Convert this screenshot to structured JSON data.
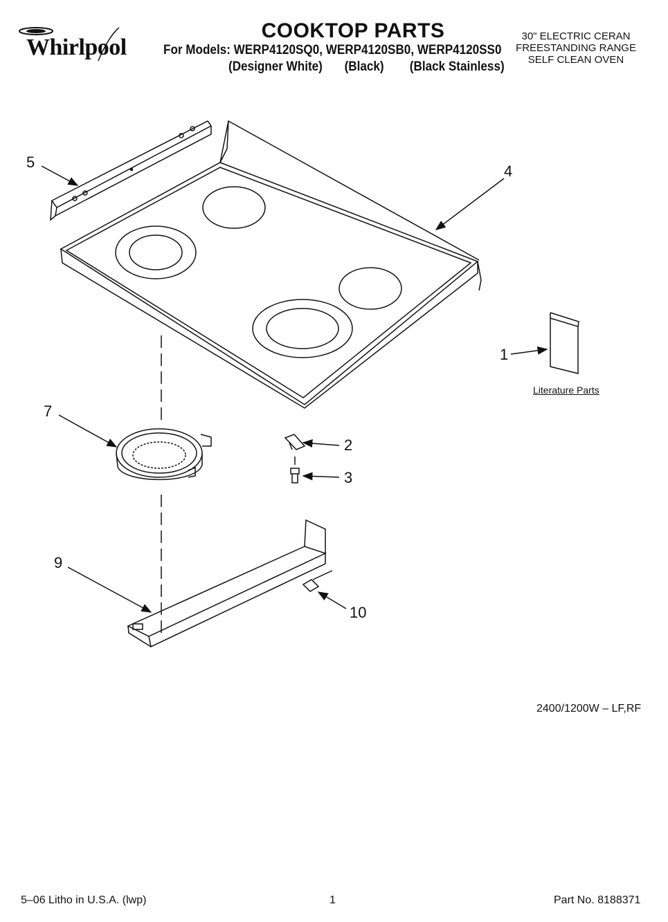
{
  "brand": "Whirlpool",
  "header": {
    "title": "COOKTOP PARTS",
    "models_line": "For Models: WERP4120SQ0, WERP4120SB0, WERP4120SS0",
    "variants": [
      "(Designer White)",
      "(Black)",
      "(Black Stainless)"
    ],
    "description": [
      "30\" ELECTRIC CERAN",
      "FREESTANDING RANGE",
      "SELF CLEAN OVEN"
    ]
  },
  "callouts": {
    "n1": "1",
    "n2": "2",
    "n3": "3",
    "n4": "4",
    "n5": "5",
    "n7": "7",
    "n9": "9",
    "n10": "10"
  },
  "literature_label": "Literature Parts",
  "spec_note": "2400/1200W – LF,RF",
  "footer": {
    "litho": "5–06 Litho in U.S.A. (lwp)",
    "page": "1",
    "part_no": "Part No. 8188371"
  }
}
